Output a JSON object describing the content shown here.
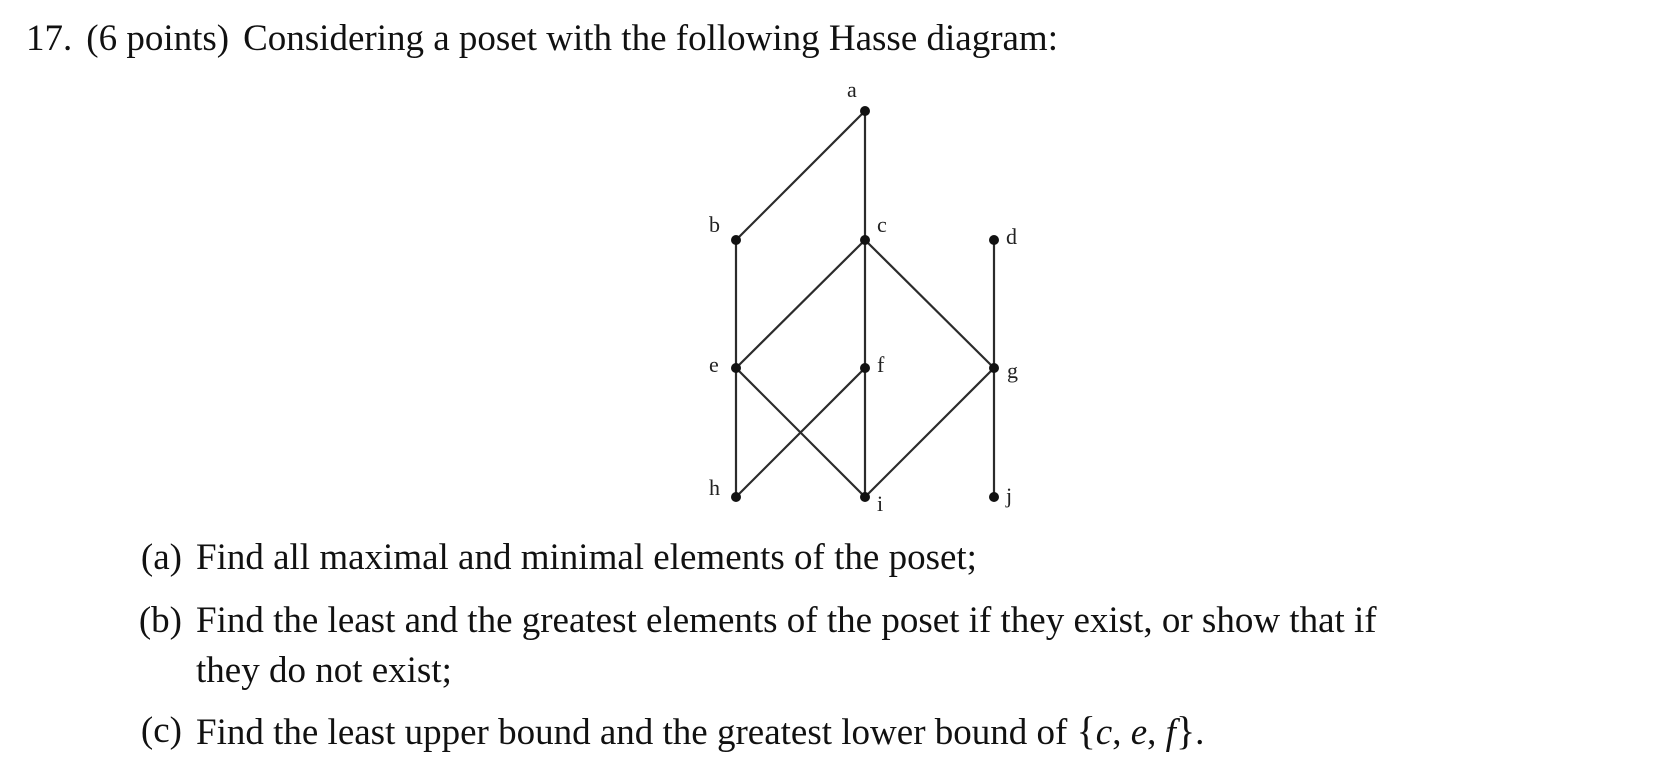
{
  "question": {
    "number": "17.",
    "points": "(6 points)",
    "prompt": "Considering a poset with the following Hasse diagram:"
  },
  "diagram": {
    "nodes": [
      {
        "id": "a",
        "label": "a"
      },
      {
        "id": "b",
        "label": "b"
      },
      {
        "id": "c",
        "label": "c"
      },
      {
        "id": "d",
        "label": "d"
      },
      {
        "id": "e",
        "label": "e"
      },
      {
        "id": "f",
        "label": "f"
      },
      {
        "id": "g",
        "label": "g"
      },
      {
        "id": "h",
        "label": "h"
      },
      {
        "id": "i",
        "label": "i"
      },
      {
        "id": "j",
        "label": "j"
      }
    ],
    "edges": [
      [
        "a",
        "b"
      ],
      [
        "a",
        "c"
      ],
      [
        "b",
        "e"
      ],
      [
        "c",
        "e"
      ],
      [
        "c",
        "f"
      ],
      [
        "c",
        "g"
      ],
      [
        "d",
        "g"
      ],
      [
        "e",
        "h"
      ],
      [
        "e",
        "i"
      ],
      [
        "f",
        "h"
      ],
      [
        "f",
        "i"
      ],
      [
        "g",
        "i"
      ],
      [
        "g",
        "j"
      ]
    ]
  },
  "parts": [
    {
      "marker": "(a)",
      "text": "Find all maximal and minimal elements of the poset;"
    },
    {
      "marker": "(b)",
      "text_line1": "Find the least and the greatest elements of the poset if they exist, or show that if",
      "text_line2": "they do not exist;"
    },
    {
      "marker": "(c)",
      "text": "Find the least upper bound and the greatest lower bound of",
      "set_open": "{",
      "set_items": [
        "c",
        "e",
        "f"
      ],
      "set_close": "}",
      "end": "."
    }
  ]
}
